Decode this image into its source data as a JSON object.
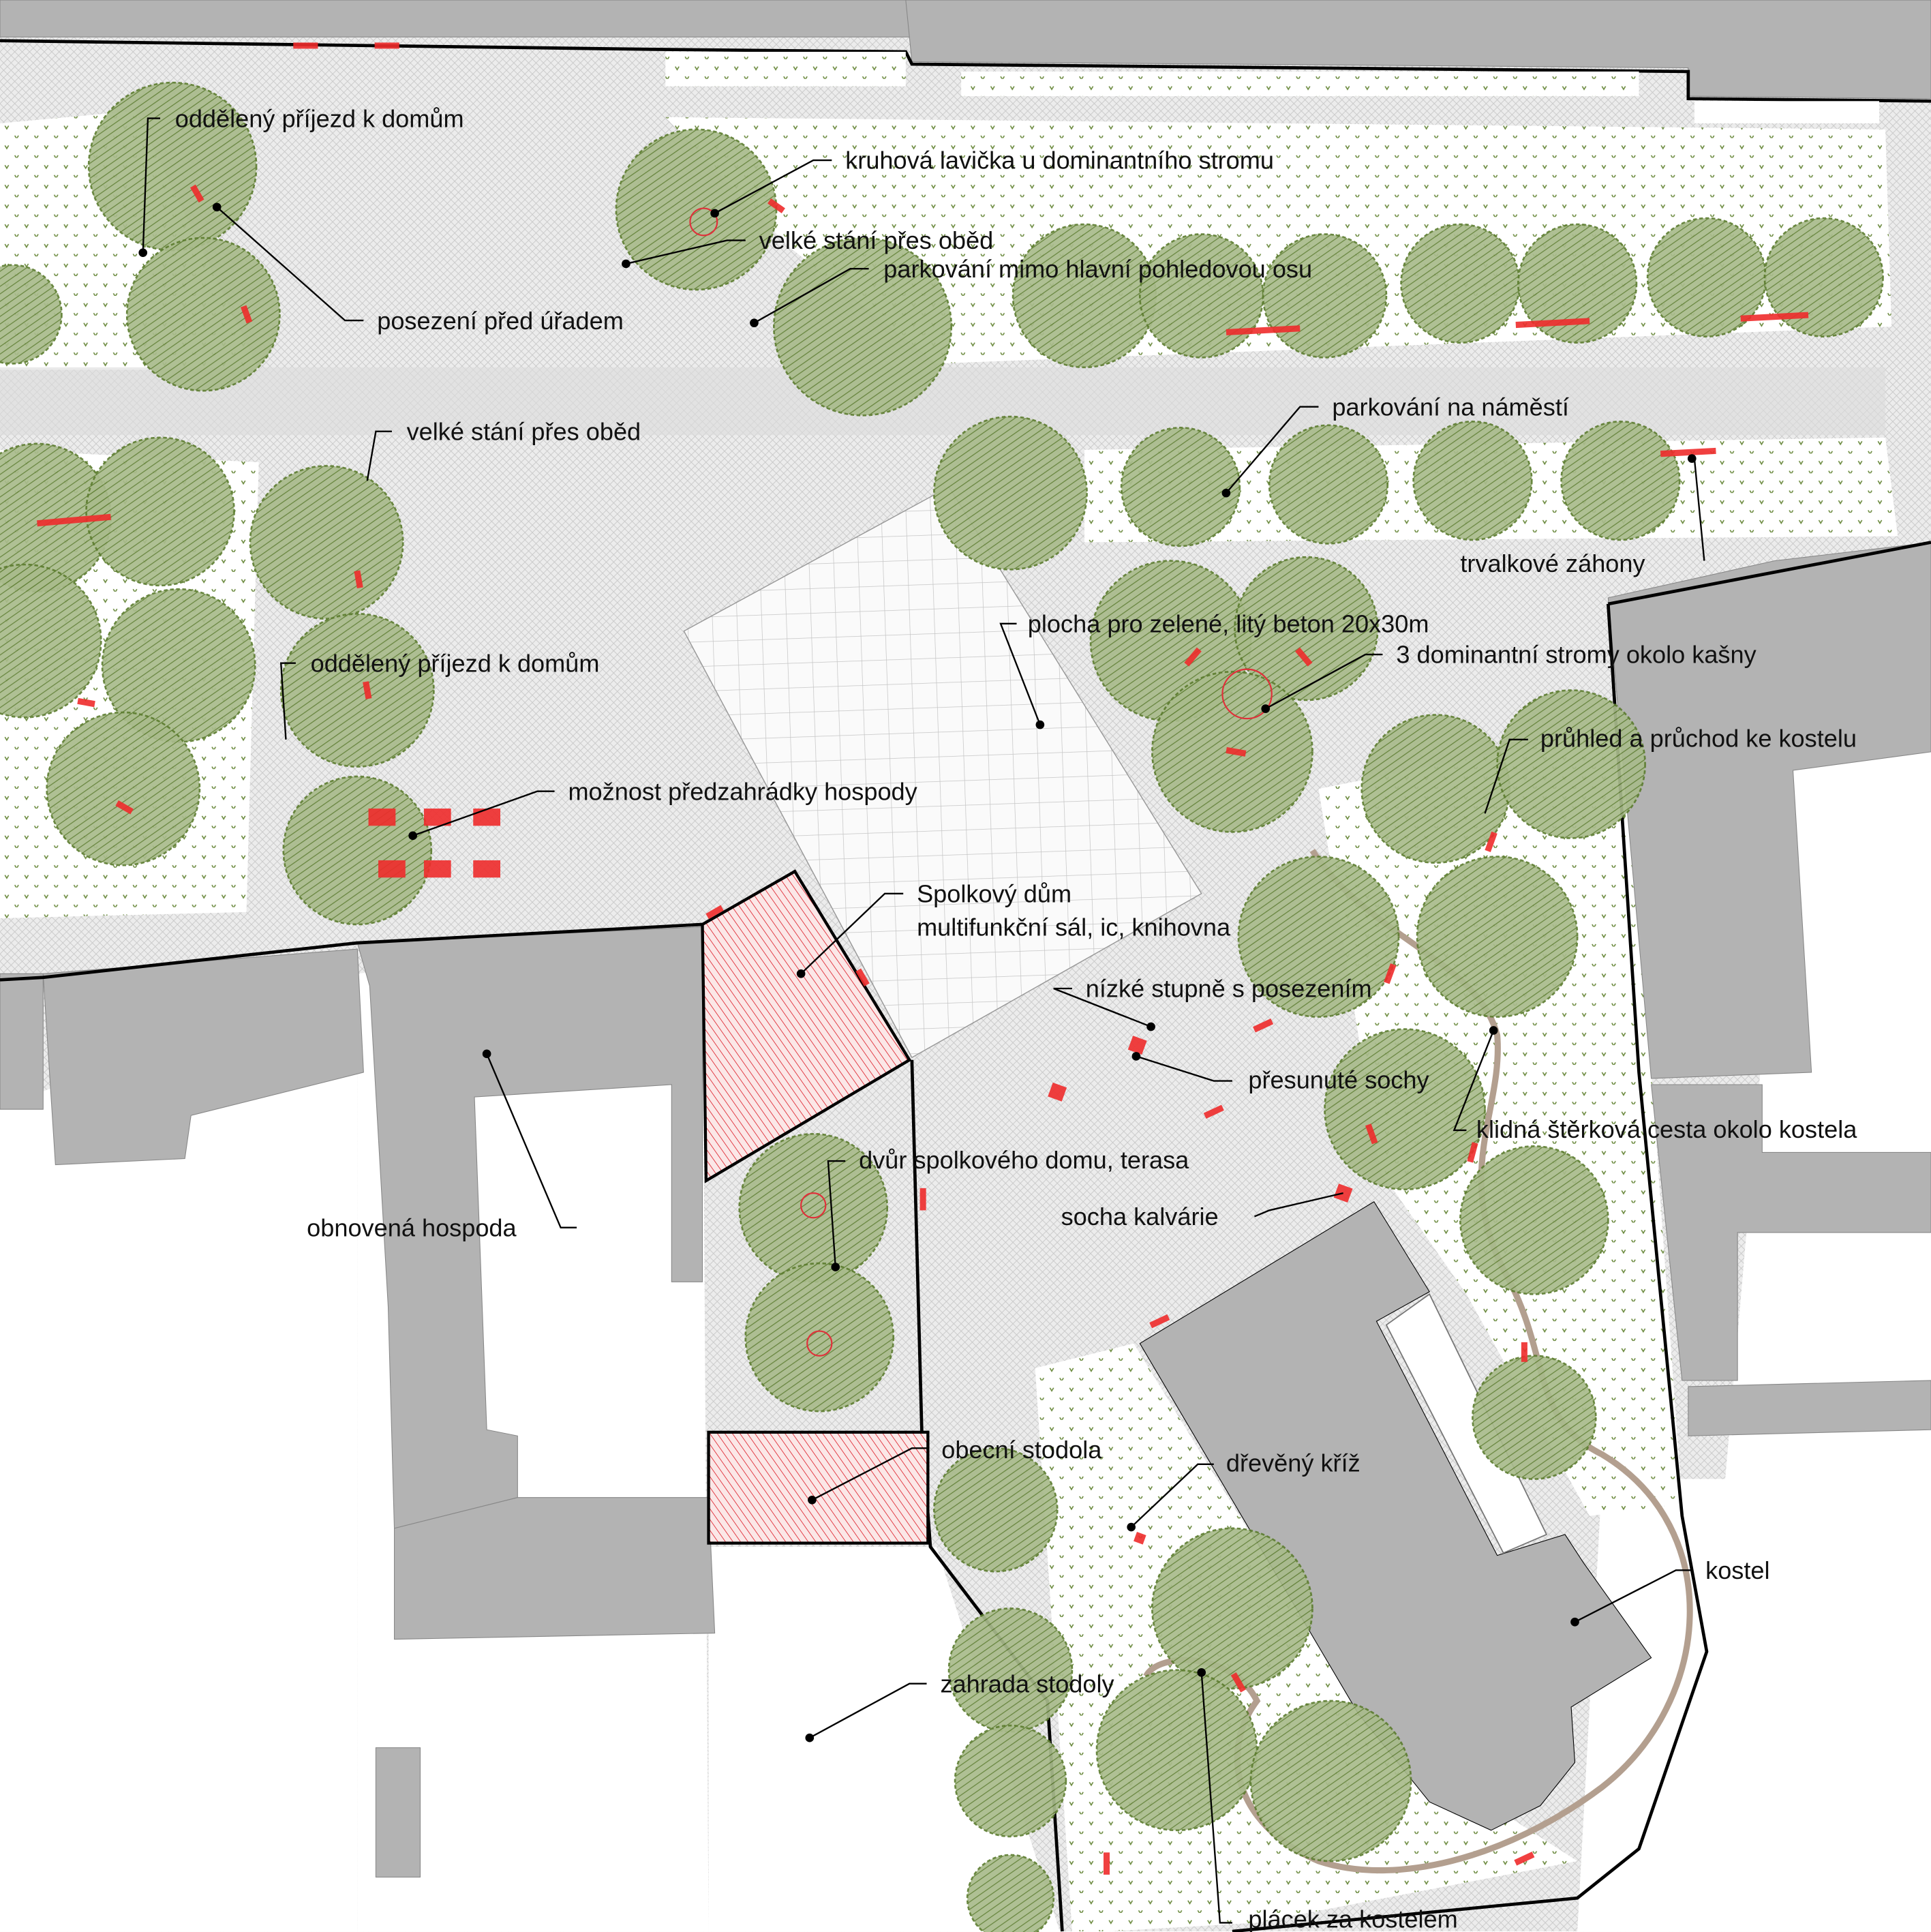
{
  "plan": {
    "labels": {
      "separate_access_1": "oddělený příjezd k domům",
      "circular_bench": "kruhová lavička u dominantního stromu",
      "large_parking_1": "velké stání přes oběd",
      "parking_off_axis": "parkování mimo hlavní pohledovou osu",
      "seating_office": "posezení před úřadem",
      "large_parking_2": "velké stání přes oběd",
      "square_parking": "parkování na náměstí",
      "perennial_beds": "trvalkové záhony",
      "green_area": "plocha pro zelené, litý beton 20x30m",
      "dominant_trees": "3 dominantní stromy okolo kašny",
      "separate_access_2": "oddělený příjezd k domům",
      "church_view": "průhled a průchod ke kostelu",
      "pub_garden": "možnost předzahrádky hospody",
      "community_house_1": "Spolkový dům",
      "community_house_2": "multifunkční sál, ic, knihovna",
      "low_steps": "nízké stupně s posezením",
      "moved_statues": "přesunuté sochy",
      "gravel_path": "klidná štěrková cesta okolo kostela",
      "courtyard": "dvůr spolkového domu, terasa",
      "renovated_pub": "obnovená hospoda",
      "calvary_statue": "socha kalvárie",
      "municipal_barn": "obecní stodola",
      "wooden_cross": "dřevěný kříž",
      "church": "kostel",
      "barn_garden": "zahrada stodoly",
      "church_plaza": "plácek za kostelem"
    },
    "colors": {
      "building": "#b3b3b3",
      "tree": "#6b8a3e",
      "new_building": "#e0303a",
      "furniture": "#ee2b2b",
      "paving": "#e4e4e4"
    }
  }
}
